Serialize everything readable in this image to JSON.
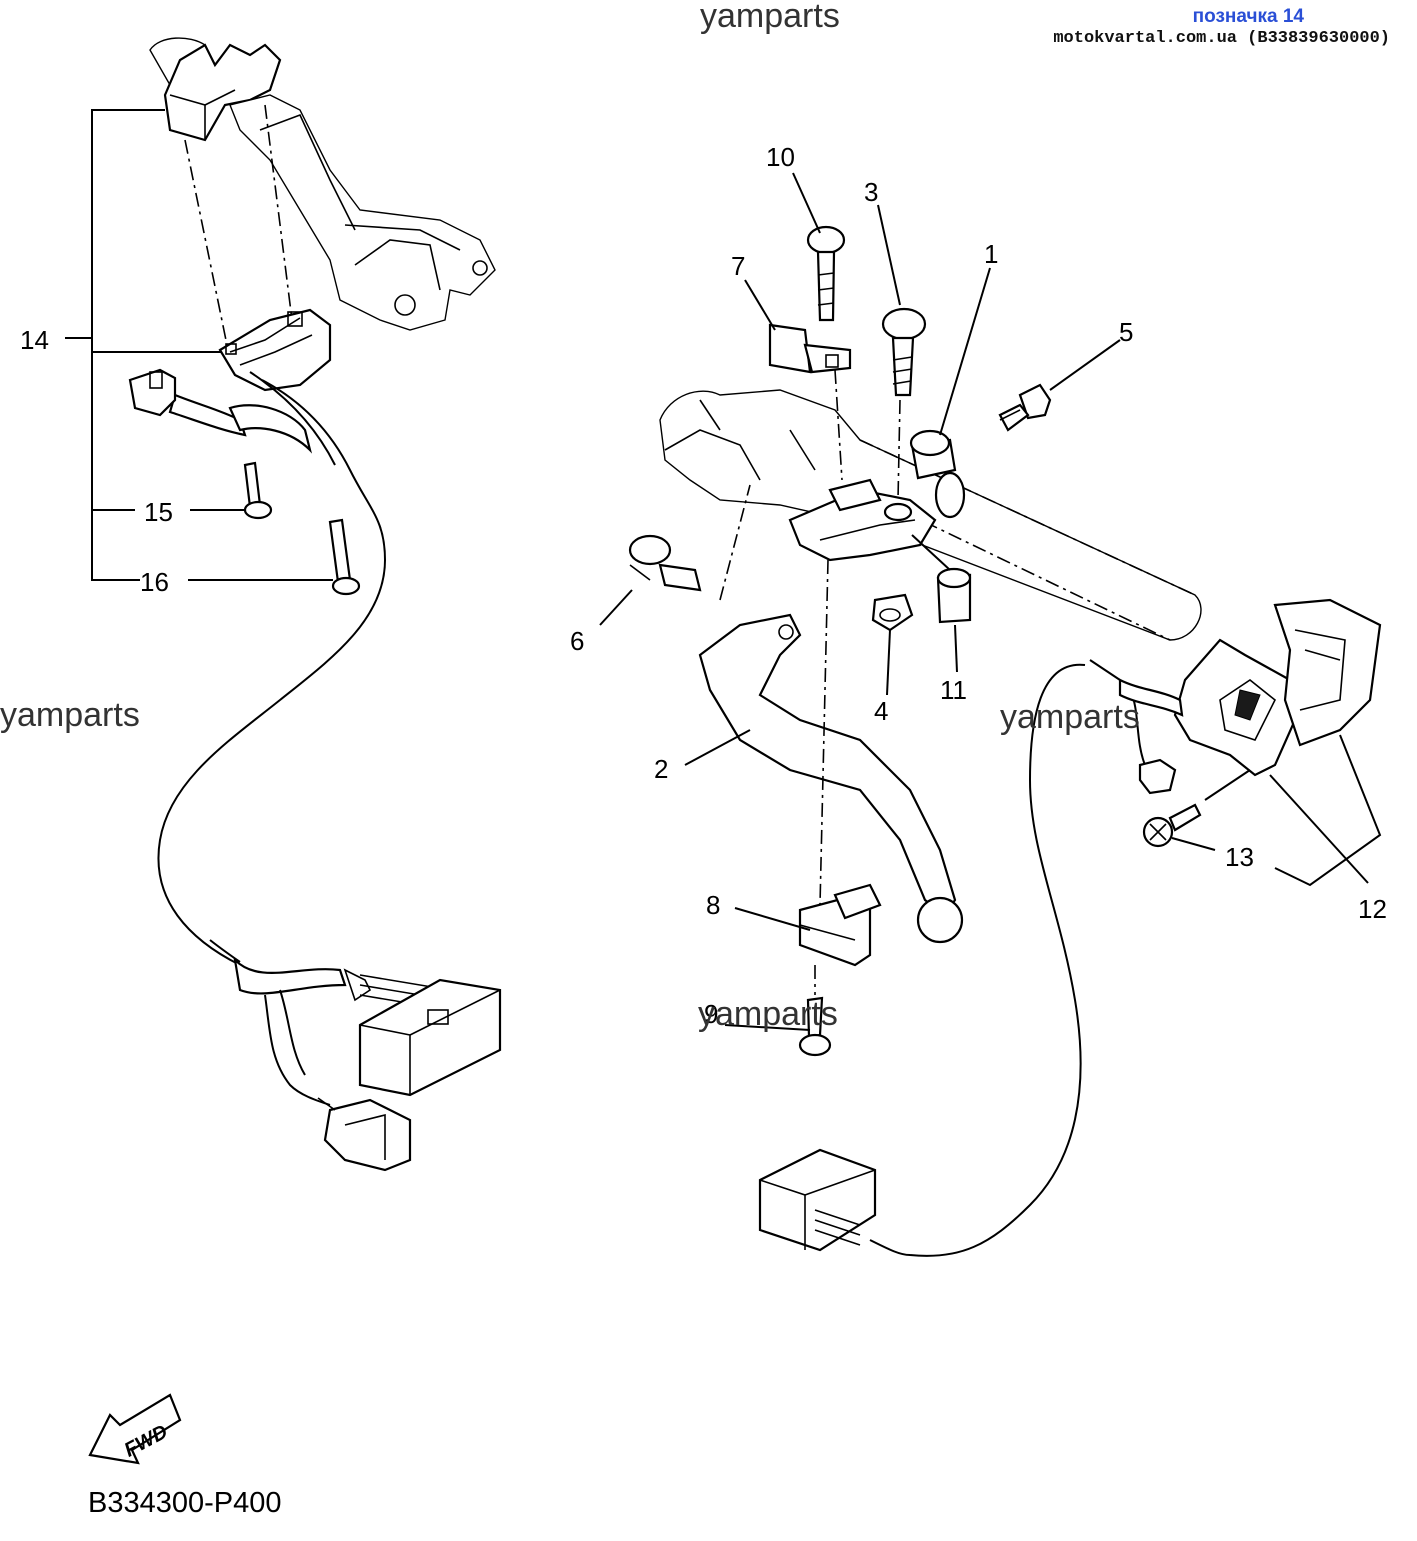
{
  "badge": {
    "label": "позначка 14",
    "source": "motokvartal.com.ua (B33839630000)"
  },
  "watermarks": [
    "yamparts",
    "yamparts",
    "yamparts",
    "yamparts"
  ],
  "callouts": {
    "c1": "1",
    "c2": "2",
    "c3": "3",
    "c4": "4",
    "c5": "5",
    "c6": "6",
    "c7": "7",
    "c8": "8",
    "c9": "9",
    "c10": "10",
    "c11": "11",
    "c12": "12",
    "c13": "13",
    "c14": "14",
    "c15": "15",
    "c16": "16"
  },
  "fwd_label": "FWD",
  "diagram_code": "B334300-P400",
  "colors": {
    "badge_label": "#2a4fd6",
    "line": "#000000",
    "background": "#ffffff"
  }
}
